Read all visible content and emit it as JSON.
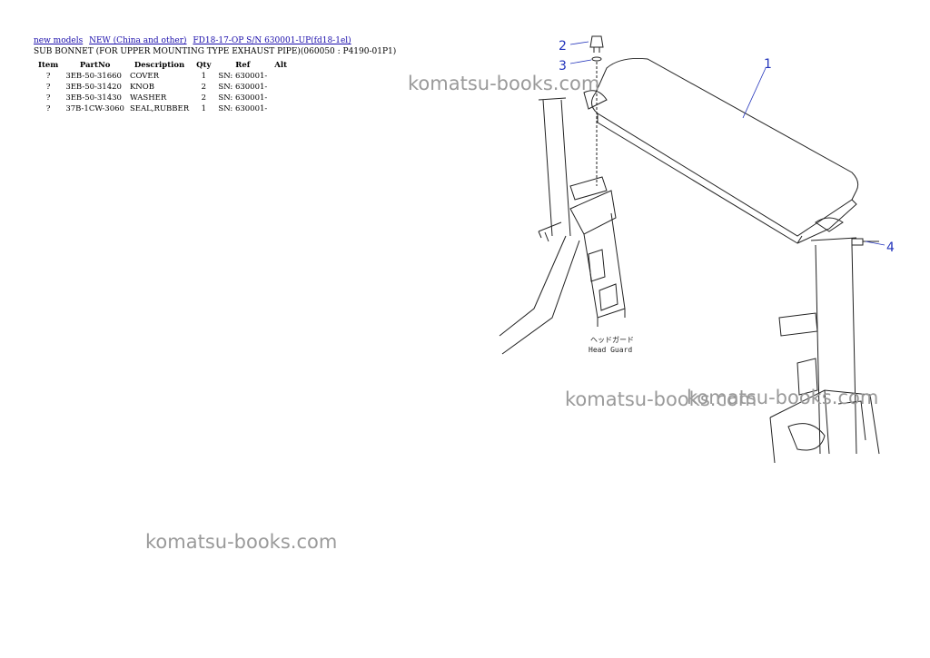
{
  "breadcrumb": {
    "link1": "new models",
    "link2": "NEW (China and other)",
    "link3": "FD18-17-OP S/N 630001-UP(fd18-1el)"
  },
  "subtitle": "SUB BONNET (FOR UPPER MOUNTING TYPE EXHAUST PIPE)(060050 : P4190-01P1)",
  "table": {
    "headers": [
      "Item",
      "PartNo",
      "Description",
      "Qty",
      "Ref",
      "Alt"
    ],
    "rows": [
      [
        "?",
        "3EB-50-31660",
        "COVER",
        "1",
        "SN: 630001-",
        ""
      ],
      [
        "?",
        "3EB-50-31420",
        "KNOB",
        "2",
        "SN: 630001-",
        ""
      ],
      [
        "?",
        "3EB-50-31430",
        "WASHER",
        "2",
        "SN: 630001-",
        ""
      ],
      [
        "?",
        "37B-1CW-3060",
        "SEAL,RUBBER",
        "1",
        "SN: 630001-",
        ""
      ]
    ]
  },
  "watermarks": [
    "komatsu-books.com",
    "komatsu-books.com",
    "komatsu-books.com",
    "komatsu-books.com"
  ],
  "diagram": {
    "callouts": [
      "1",
      "2",
      "3",
      "4"
    ],
    "caption_line1": "ヘッドガード",
    "caption_line2": "Head Guard"
  }
}
